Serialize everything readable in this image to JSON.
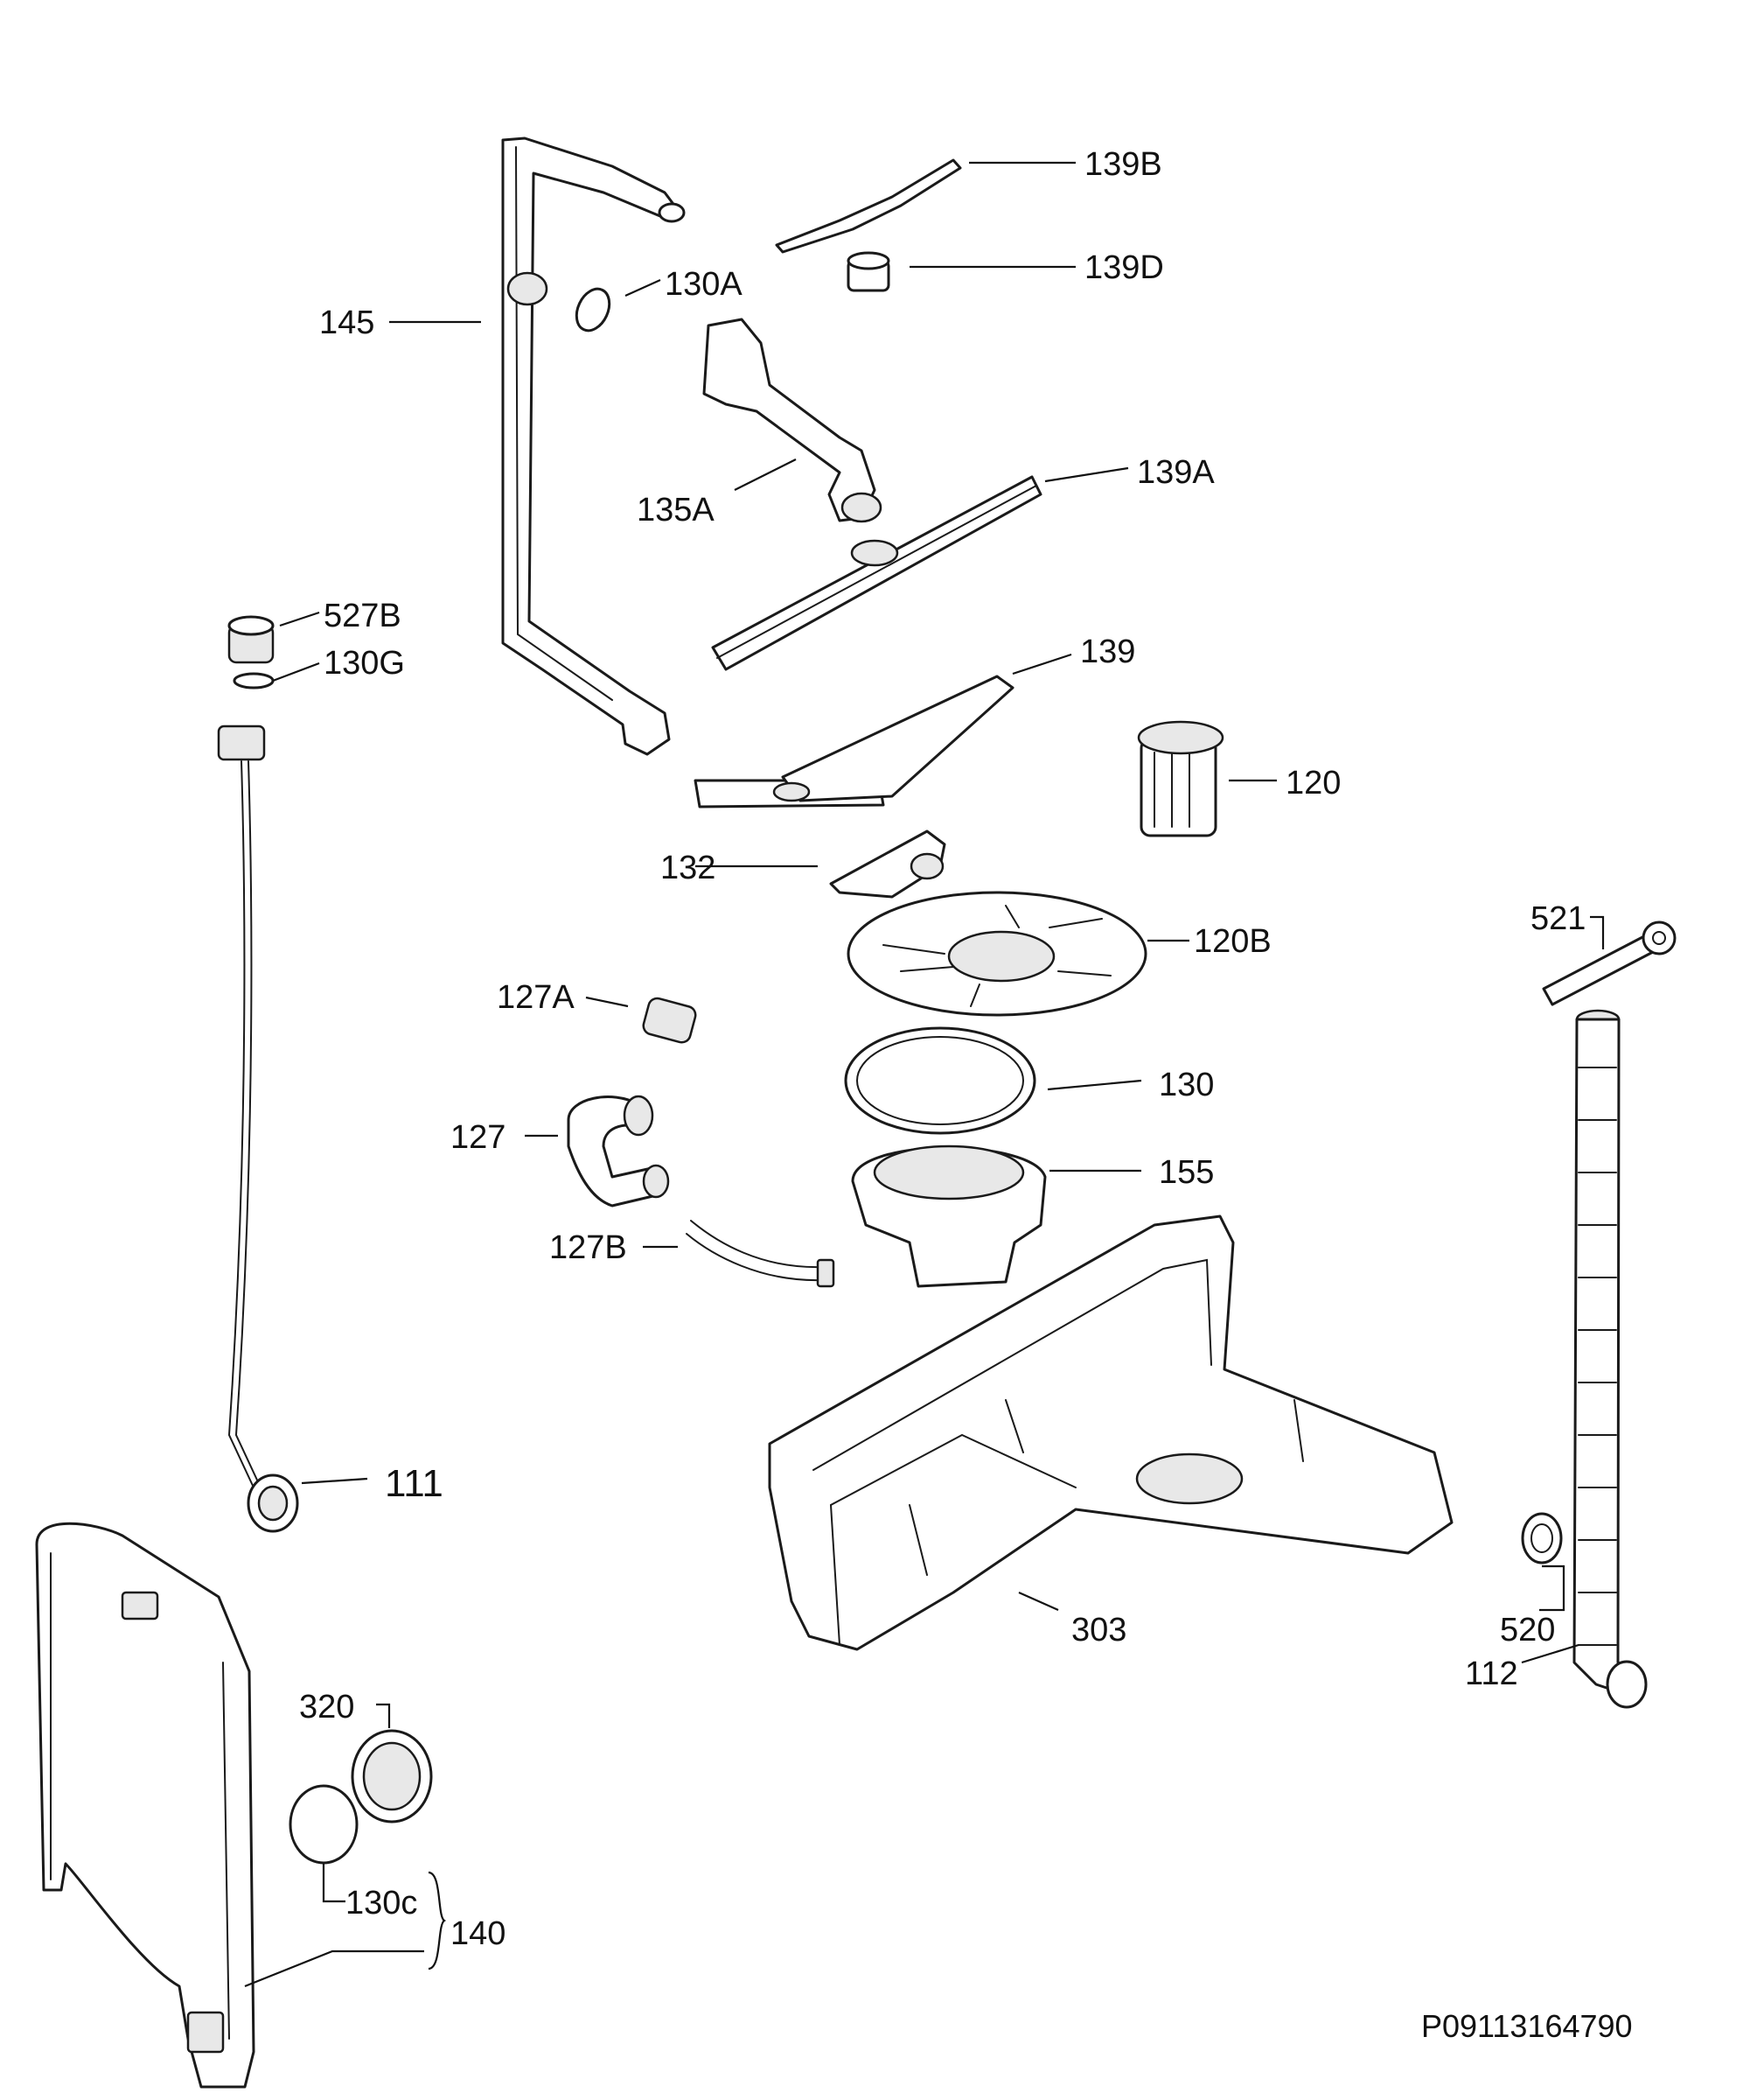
{
  "labels": {
    "l139B": "139B",
    "l139D": "139D",
    "l130A": "130A",
    "l145": "145",
    "l135A": "135A",
    "l139A": "139A",
    "l527B": "527B",
    "l130G": "130G",
    "l139": "139",
    "l120": "120",
    "l132": "132",
    "l521": "521",
    "l120B": "120B",
    "l127A": "127A",
    "l130": "130",
    "l127": "127",
    "l155": "155",
    "l127B": "127B",
    "l111": "111",
    "l303": "303",
    "l520": "520",
    "l112": "112",
    "l320": "320",
    "l130C": "130c",
    "l140": "140"
  },
  "reference_code": "P09113164790"
}
